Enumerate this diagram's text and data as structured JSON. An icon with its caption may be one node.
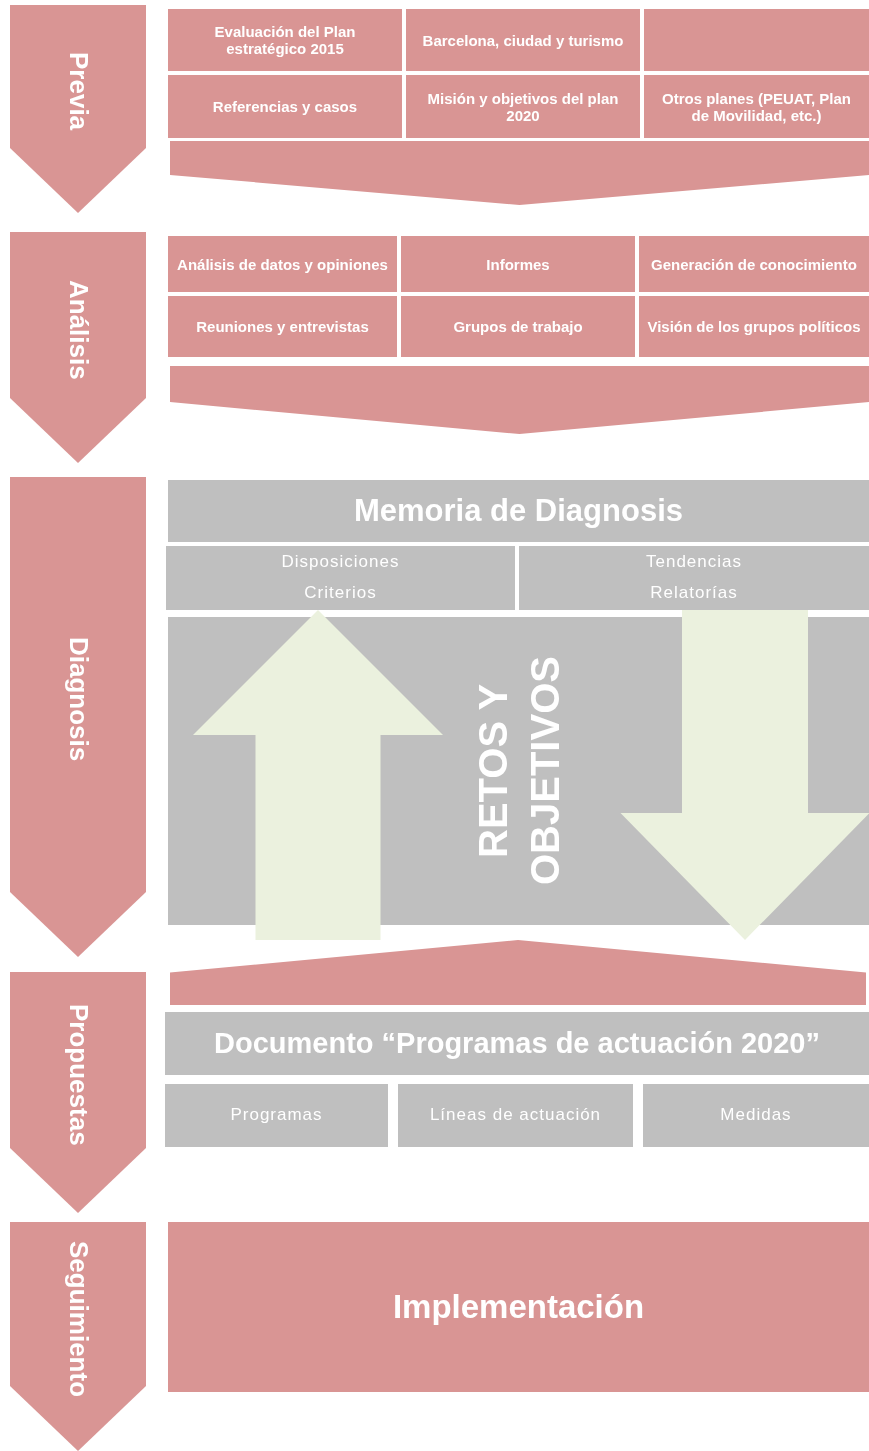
{
  "diagram": {
    "nodes": [
      {
        "text": [
          "Previa"
        ]
      },
      {
        "text": [
          "Evaluación del Plan estratégico 2015"
        ]
      },
      {
        "text": [
          "Barcelona, ciudad y turismo"
        ]
      },
      {
        "text": [],
        "shape": "box"
      },
      {
        "text": [
          "Referencias y casos"
        ]
      },
      {
        "text": [
          "Misión y objetivos del plan 2020"
        ]
      },
      {
        "text": [
          "Otros planes (PEUAT, Plan de Movilidad, etc.)"
        ]
      },
      {
        "text": [],
        "shape": "chevron"
      },
      {
        "text": [
          "Análisis"
        ]
      },
      {
        "text": [
          "Análisis de datos y opiniones"
        ]
      },
      {
        "text": [
          "Informes"
        ]
      },
      {
        "text": [
          "Generación de conocimiento"
        ]
      },
      {
        "text": [
          "Reuniones y entrevistas"
        ]
      },
      {
        "text": [
          "Grupos de trabajo"
        ]
      },
      {
        "text": [
          "Visión de los grupos políticos"
        ]
      },
      {
        "text": [],
        "shape": "chevron"
      },
      {
        "text": [
          "Diagnosis"
        ]
      },
      {
        "text": [
          "Memoria de Diagnosis"
        ]
      },
      {
        "text": [
          "Disposiciones",
          "Criterios"
        ]
      },
      {
        "text": [
          "Tendencias",
          "Relatorías"
        ]
      },
      {
        "text": [
          "RETOS Y OBJETIVOS"
        ]
      },
      {
        "text": [],
        "shape": "chevron"
      },
      {
        "text": [
          "Propuestas"
        ]
      },
      {
        "text": [
          "Documento “Programas de actuación 2020”"
        ]
      },
      {
        "text": [
          "Programas"
        ]
      },
      {
        "text": [
          "Líneas de actuación"
        ]
      },
      {
        "text": [
          "Medidas"
        ]
      },
      {
        "text": [
          "Seguimiento"
        ]
      },
      {
        "text": [
          "Implementación"
        ]
      }
    ],
    "edges": [
      {
        "from": 21,
        "to": 18,
        "arrow": "to"
      },
      {
        "from": 19,
        "to": 21,
        "arrow": "to"
      }
    ]
  }
}
